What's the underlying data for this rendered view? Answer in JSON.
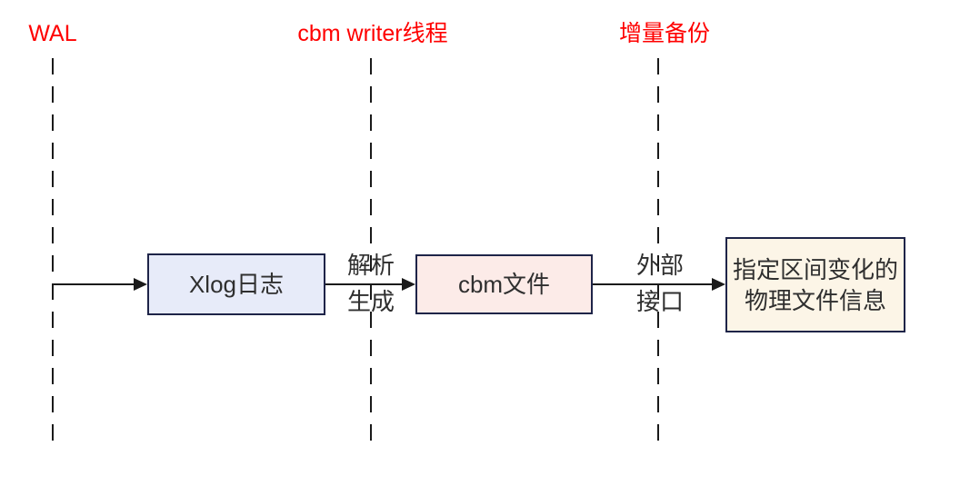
{
  "lanes": [
    {
      "name": "wal",
      "label": "WAL"
    },
    {
      "name": "cbm-writer-thread",
      "label": "cbm writer线程"
    },
    {
      "name": "incremental-backup",
      "label": "增量备份"
    }
  ],
  "nodes": [
    {
      "name": "xlog-log",
      "label": "Xlog日志"
    },
    {
      "name": "cbm-file",
      "label": "cbm文件"
    },
    {
      "name": "physical-file-info",
      "lines": [
        "指定区间变化的",
        "物理文件信息"
      ]
    }
  ],
  "edges": [
    {
      "from": "wal",
      "to": "xlog-log"
    },
    {
      "from": "xlog-log",
      "to": "cbm-file",
      "label_top": "解析",
      "label_bottom": "生成"
    },
    {
      "from": "cbm-file",
      "to": "physical-file-info",
      "label_top": "外部",
      "label_bottom": "接口"
    }
  ],
  "colors": {
    "lane_label": "#ff0000",
    "node_border": "#1e2448",
    "node1_fill": "#e7ebf9",
    "node2_fill": "#fcebe8",
    "node3_fill": "#fcf5e7",
    "line": "#1a1a1a",
    "text": "#2f2f2f",
    "background": "#ffffff"
  }
}
